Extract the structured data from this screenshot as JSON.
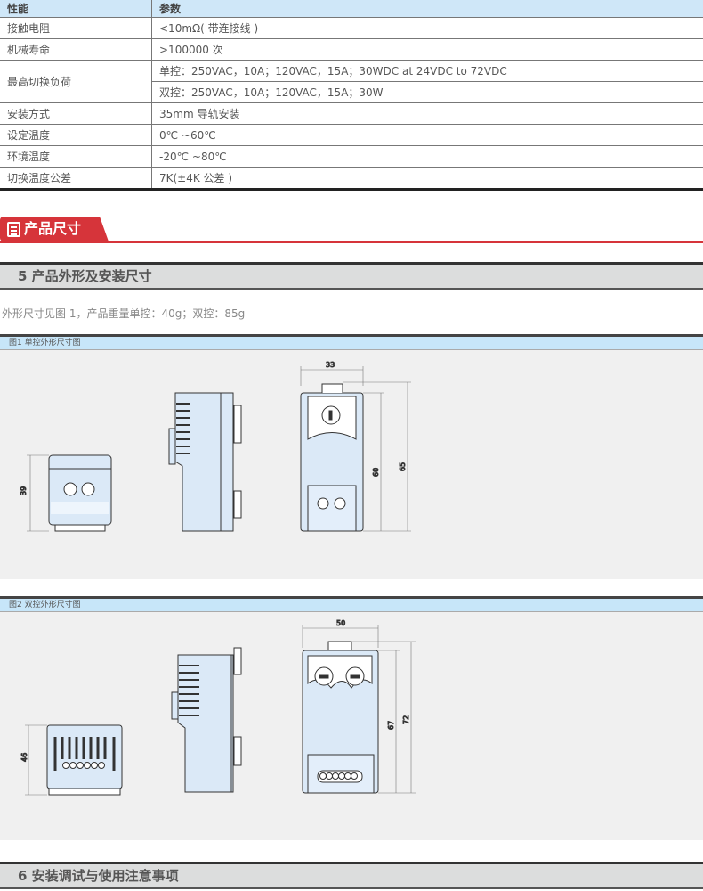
{
  "spec_table": {
    "headers": [
      "性能",
      "参数"
    ],
    "rows": [
      {
        "label": "接触电阻",
        "value": "<10mΩ( 带连接线 )"
      },
      {
        "label": "机械寿命",
        "value": ">100000 次"
      },
      {
        "label": "最高切换负荷",
        "value": "单控：250VAC，10A；120VAC，15A；30WDC at 24VDC   to 72VDC",
        "value2": "双控：250VAC，10A；120VAC，15A；30W"
      },
      {
        "label": "安装方式",
        "value": "35mm 导轨安装"
      },
      {
        "label": "设定温度",
        "value": "0℃ ~60℃"
      },
      {
        "label": "环境温度",
        "value": "-20℃ ~80℃"
      },
      {
        "label": "切换温度公差",
        "value": "7K(±4K 公差 )"
      }
    ]
  },
  "banner": {
    "title": "产品尺寸",
    "color": "#d6343a"
  },
  "section5": {
    "title": "5 产品外形及安装尺寸",
    "text": "外形尺寸见图 1，产品重量单控：40g；双控：85g"
  },
  "figure1": {
    "caption": "图1  单控外形尺寸图",
    "dims": {
      "height_front": "39",
      "width": "33",
      "height_body": "60",
      "height_total": "65"
    }
  },
  "figure2": {
    "caption": "图2  双控外形尺寸图",
    "dims": {
      "height_front": "46",
      "width": "50",
      "height_body": "67",
      "height_total": "72"
    }
  },
  "section6": {
    "title": "6 安装调试与使用注意事项"
  }
}
